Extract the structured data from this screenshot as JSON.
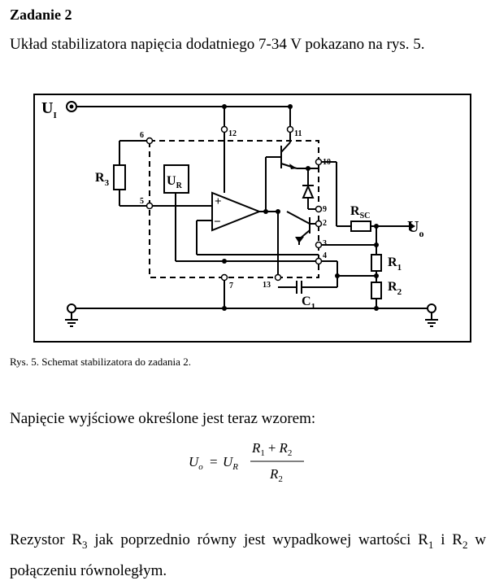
{
  "heading": "Zadanie 2",
  "intro": "Układ stabilizatora napięcia dodatniego 7-34 V pokazano na rys. 5.",
  "figure": {
    "caption": "Rys. 5. Schemat stabilizatora do zadania 2.",
    "labels": {
      "ui_main": "U",
      "ui_sub": "I",
      "uo_main": "U",
      "uo_sub": "o",
      "r3": "R",
      "r3_sub": "3",
      "ur_main": "U",
      "ur_sub": "R",
      "rsc": "R",
      "rsc_sub": "SC",
      "r1": "R",
      "r1_sub": "1",
      "r2": "R",
      "r2_sub": "2",
      "c1": "C",
      "c1_sub": "1",
      "plus": "+",
      "minus": "−"
    },
    "pins": [
      "2",
      "3",
      "4",
      "5",
      "6",
      "7",
      "9",
      "10",
      "11",
      "12",
      "13"
    ]
  },
  "formula_lead": "Napięcie wyjściowe określone jest teraz wzorem:",
  "formula": {
    "lhs_main": "U",
    "lhs_sub": "o",
    "equals": "=",
    "mult_main": "U",
    "mult_sub": "R",
    "num_r1": "R",
    "num_r1_sub": "1",
    "num_plus": "+",
    "num_r2": "R",
    "num_r2_sub": "2",
    "den_r2": "R",
    "den_r2_sub": "2"
  },
  "paragraph": {
    "part1": "Rezystor R",
    "sub1": "3",
    "part2": " jak poprzednio równy jest wypadkowej wartości R",
    "sub2": "1",
    "part3": " i R",
    "sub3": "2",
    "part4": " w połączeniu równoległym."
  }
}
